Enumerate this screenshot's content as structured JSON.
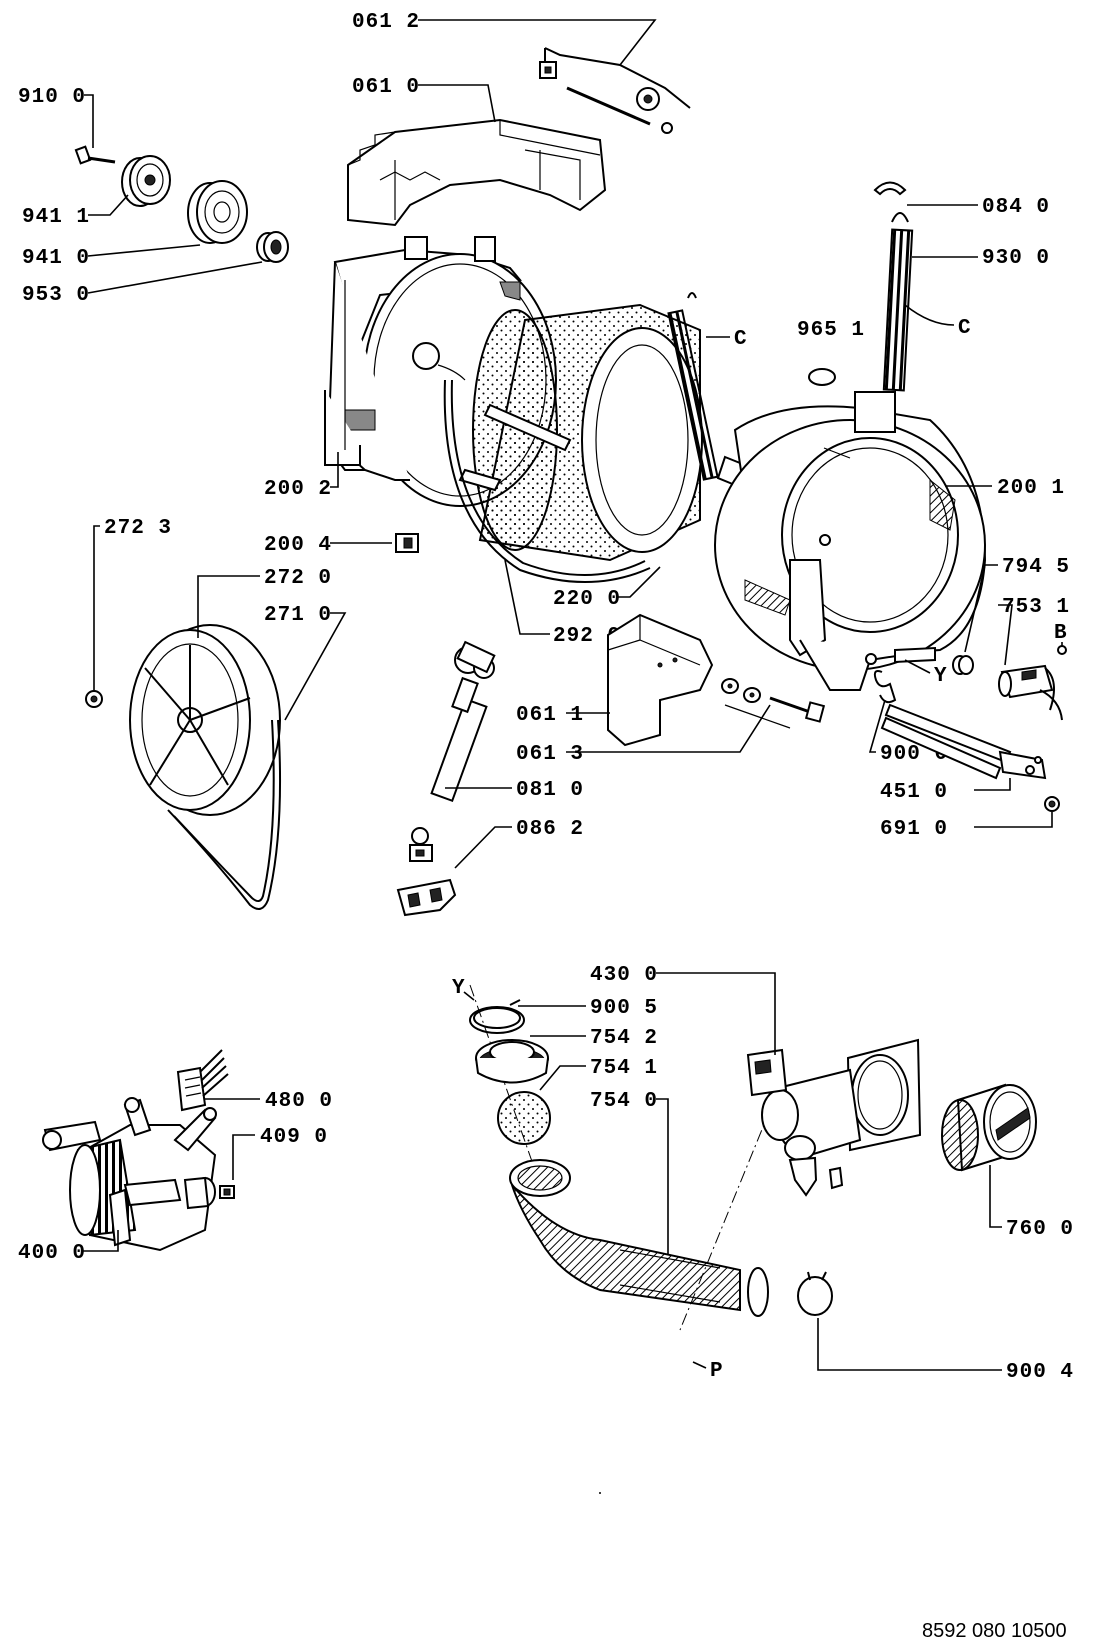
{
  "document_number": "8592 080 10500",
  "callouts": {
    "p0612": "061 2",
    "p0610": "061 0",
    "p9100": "910 0",
    "p9411": "941 1",
    "p9410": "941 0",
    "p9530": "953 0",
    "p0840": "084 0",
    "p9300": "930 0",
    "p9651": "965 1",
    "c_left": "C",
    "c_right": "C",
    "p2001": "200 1",
    "p2002": "200 2",
    "p2004": "200 4",
    "p2723": "272 3",
    "p2720": "272 0",
    "p2710": "271 0",
    "p2200": "220 0",
    "p2920": "292 0",
    "p7945": "794 5",
    "p7531": "753 1",
    "b": "B",
    "y_top": "Y",
    "p0611": "061 1",
    "p0613": "061 3",
    "p9006": "900 6",
    "p4510": "451 0",
    "p6910": "691 0",
    "p0810": "081 0",
    "p0862": "086 2",
    "p4300": "430 0",
    "y_bottom": "Y",
    "p9005": "900 5",
    "p7542": "754 2",
    "p7541": "754 1",
    "p7540": "754 0",
    "p4800": "480 0",
    "p4090": "409 0",
    "p4000": "400 0",
    "p7600": "760 0",
    "p9004": "900 4",
    "p": "P"
  }
}
